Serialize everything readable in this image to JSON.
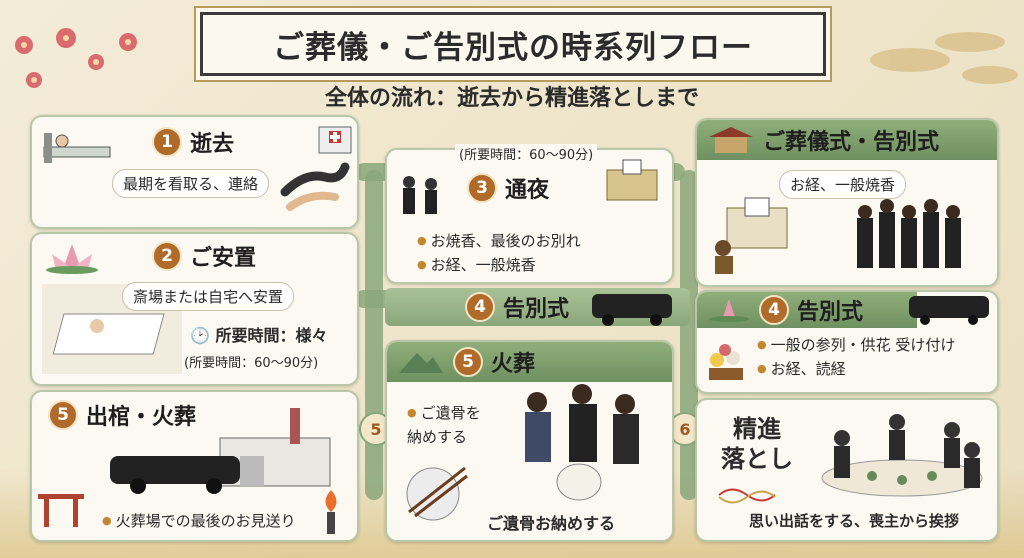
{
  "title": "ご葬儀・ご告別式の時系列フロー",
  "subtitle": "全体の流れ：逝去から精進落としまで",
  "colors": {
    "accent_green": "#6f9060",
    "number_badge": "#b06a2a",
    "card_bg": "#fbf9f2"
  },
  "steps": {
    "s1": {
      "num": "1",
      "title": "逝去",
      "text": "最期を看取る、連絡"
    },
    "s2": {
      "num": "2",
      "title": "ご安置",
      "text": "斎場または自宅へ安置",
      "time_label": "所要時間：様々",
      "time_note": "(所要時間：60〜90分)"
    },
    "s5a": {
      "num": "5",
      "title": "出棺・火葬",
      "text": "火葬場での最後のお見送り"
    },
    "s3": {
      "num": "3",
      "title": "通夜",
      "time_note": "(所要時間：60〜90分)",
      "bullets": [
        "お焼香、最後のお別れ",
        "お経、一般焼香"
      ]
    },
    "s4a": {
      "num": "4",
      "title": "告別式"
    },
    "s5b": {
      "num": "5",
      "title": "火葬",
      "bullets": [
        "ご遺骨を\n納めする"
      ],
      "caption": "ご遺骨お納めする"
    },
    "ceremony": {
      "title": "ご葬儀式・告別式",
      "text": "お経、一般焼香"
    },
    "s4b": {
      "num": "4",
      "title": "告別式",
      "bullets": [
        "一般の参列・供花 受け付け",
        "お経、読経"
      ]
    },
    "s6": {
      "title": "精進\n落とし",
      "caption": "思い出話をする、喪主から挨拶"
    }
  },
  "markers": {
    "m5": "5",
    "m6": "6"
  }
}
